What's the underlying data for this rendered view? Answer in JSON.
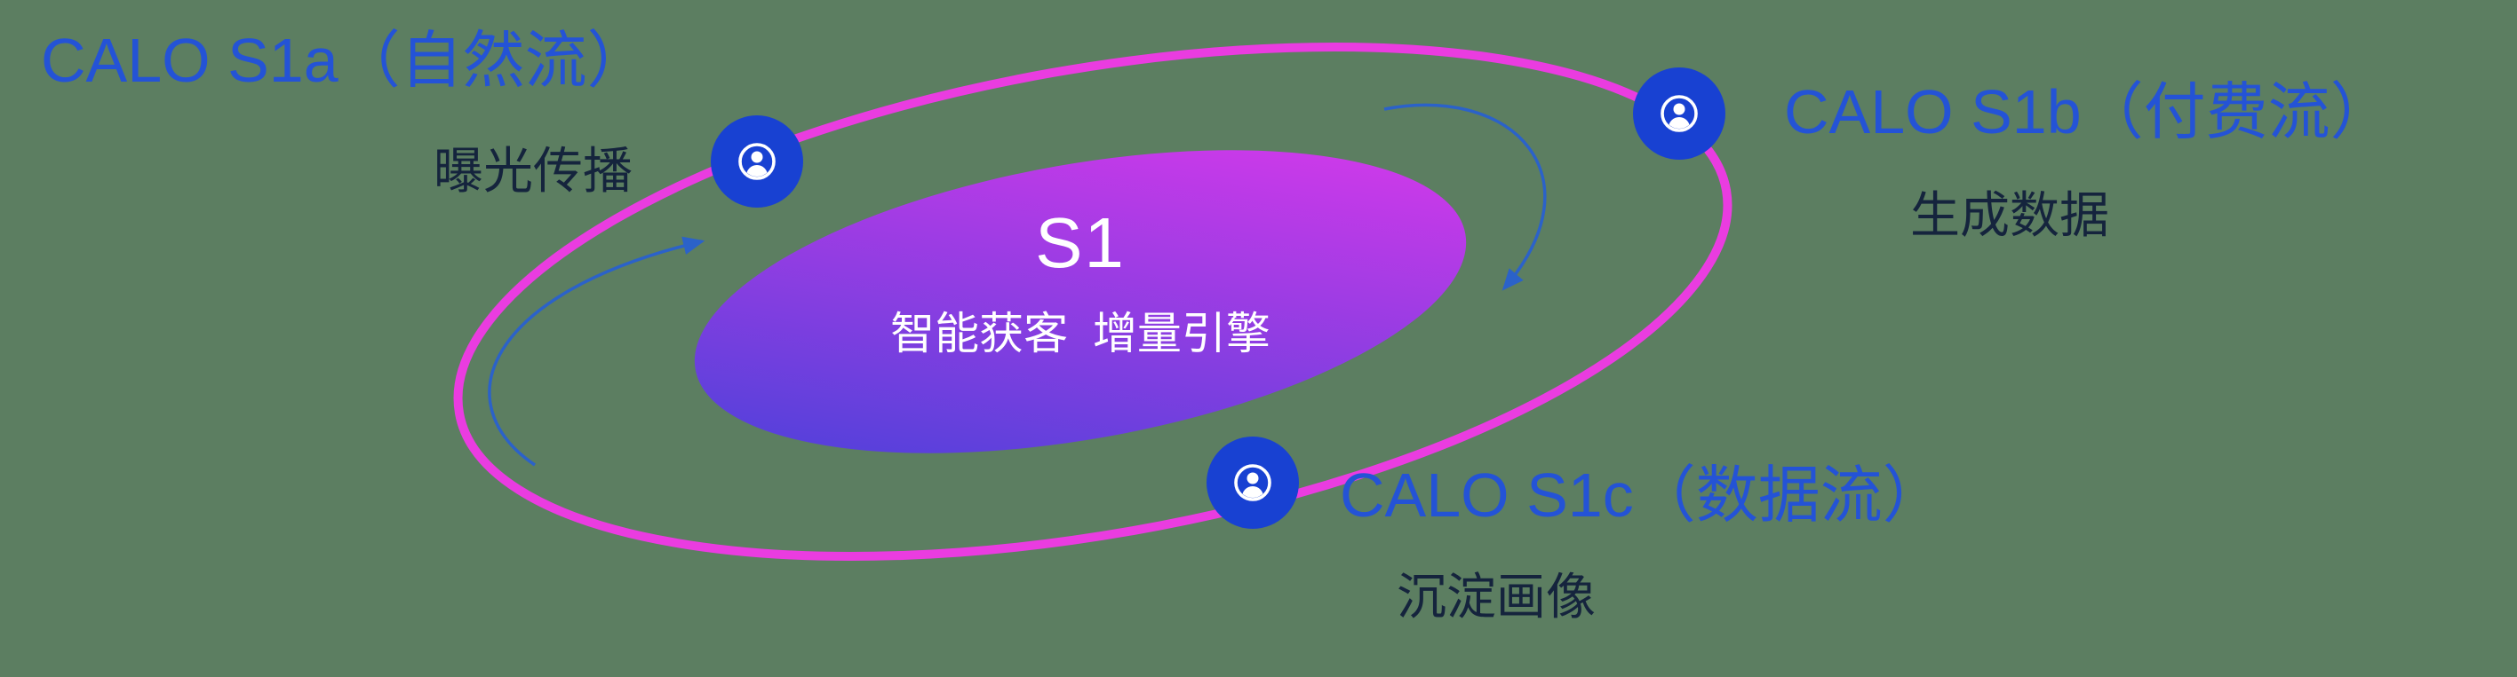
{
  "diagram": {
    "center": {
      "title": "S1",
      "subtitle": "智能获客  增量引擎"
    },
    "nodes": [
      {
        "id": "s1a",
        "title": "CALO S1a（自然流）",
        "subtitle": "曝光传播",
        "icon": "user-icon"
      },
      {
        "id": "s1b",
        "title": "CALO S1b（付费流）",
        "subtitle": "生成数据",
        "icon": "user-icon"
      },
      {
        "id": "s1c",
        "title": "CALO S1c（数据流）",
        "subtitle": "沉淀画像",
        "icon": "user-icon"
      }
    ],
    "arrows": [
      {
        "id": "flow-arrow-left",
        "direction": "counter-clockwise-up"
      },
      {
        "id": "flow-arrow-right",
        "direction": "clockwise-down"
      }
    ]
  },
  "colors": {
    "background": "#5c7e61",
    "title_blue": "#2453d6",
    "dark_text": "#15243d",
    "node_blue": "#1841d2",
    "ring_pink": "#ea3ce0",
    "grad_blue": "#4142d8",
    "grad_magenta": "#e238ec",
    "arrow_blue": "#2b62c9",
    "icon_white": "#ffffff"
  }
}
